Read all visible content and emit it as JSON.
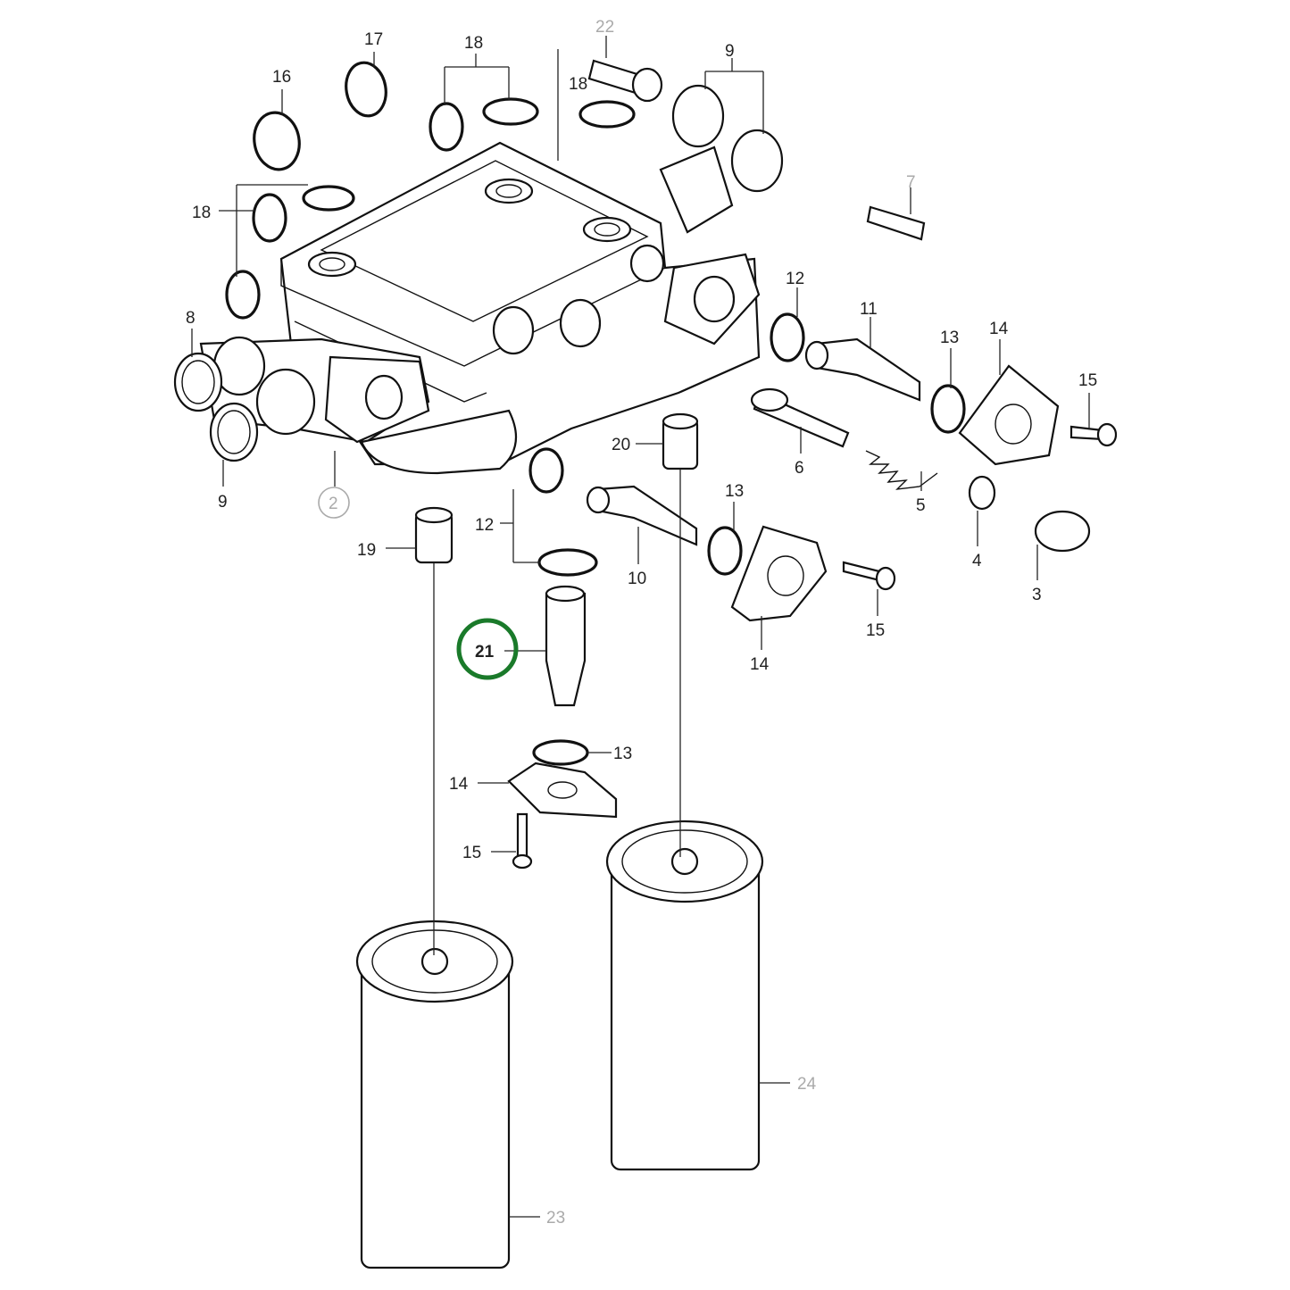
{
  "diagram": {
    "type": "exploded-parts-diagram",
    "subject": "oil filter housing assembly",
    "highlight_color": "#1a7a2a",
    "highlighted_part": "21",
    "callouts": [
      {
        "id": "c2",
        "label": "2",
        "style": "circled-faint"
      },
      {
        "id": "c3",
        "label": "3"
      },
      {
        "id": "c4",
        "label": "4"
      },
      {
        "id": "c5",
        "label": "5"
      },
      {
        "id": "c6",
        "label": "6"
      },
      {
        "id": "c7",
        "label": "7",
        "style": "faint"
      },
      {
        "id": "c8",
        "label": "8"
      },
      {
        "id": "c9a",
        "label": "9"
      },
      {
        "id": "c9b",
        "label": "9"
      },
      {
        "id": "c10",
        "label": "10"
      },
      {
        "id": "c11",
        "label": "11"
      },
      {
        "id": "c12a",
        "label": "12"
      },
      {
        "id": "c12b",
        "label": "12"
      },
      {
        "id": "c13a",
        "label": "13"
      },
      {
        "id": "c13b",
        "label": "13"
      },
      {
        "id": "c13c",
        "label": "13"
      },
      {
        "id": "c14a",
        "label": "14"
      },
      {
        "id": "c14b",
        "label": "14"
      },
      {
        "id": "c14c",
        "label": "14"
      },
      {
        "id": "c15a",
        "label": "15"
      },
      {
        "id": "c15b",
        "label": "15"
      },
      {
        "id": "c15c",
        "label": "15"
      },
      {
        "id": "c16",
        "label": "16"
      },
      {
        "id": "c17",
        "label": "17"
      },
      {
        "id": "c18a",
        "label": "18"
      },
      {
        "id": "c18b",
        "label": "18"
      },
      {
        "id": "c18c",
        "label": "18"
      },
      {
        "id": "c19",
        "label": "19"
      },
      {
        "id": "c20",
        "label": "20"
      },
      {
        "id": "c21",
        "label": "21",
        "style": "highlighted"
      },
      {
        "id": "c22",
        "label": "22",
        "style": "faint"
      },
      {
        "id": "c23",
        "label": "23",
        "style": "faint"
      },
      {
        "id": "c24",
        "label": "24",
        "style": "faint"
      }
    ]
  }
}
